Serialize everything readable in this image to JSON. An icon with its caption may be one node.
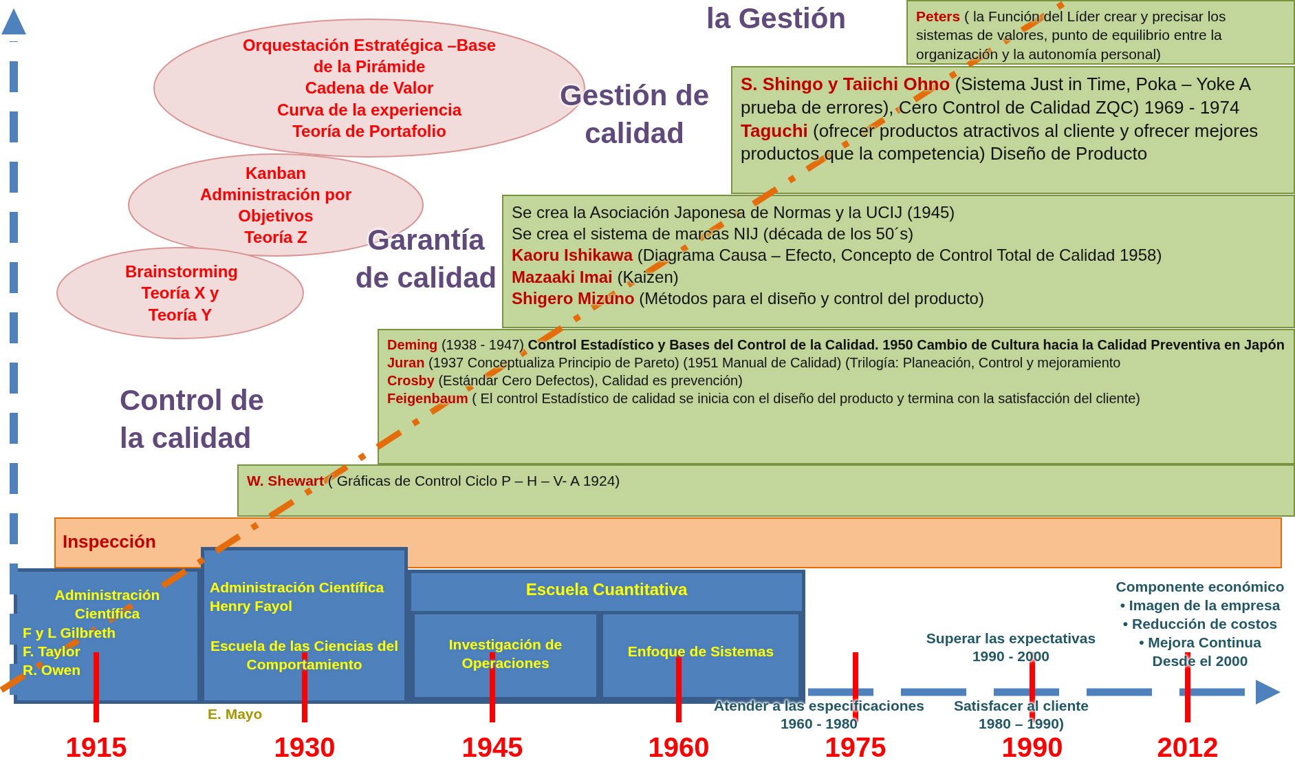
{
  "diagram": {
    "nodes": [
      {
        "text": [
          "**Peters** ( la Función del Líder crear y precisar los sistemas de valores, punto de equilibrio entre la organización y la autonomía personal)"
        ]
      },
      {
        "text": [
          "**S. Shingo y Taiichi Ohno** (Sistema Just in Time, Poka – Yoke A prueba de errores), Cero Control de Calidad ZQC) 1969 - 1974",
          "**Taguchi** (ofrecer productos atractivos al cliente y ofrecer mejores productos que la competencia) Diseño de Producto"
        ]
      },
      {
        "text": [
          "Orquestación Estratégica –Base de la Pirámide",
          "Cadena de Valor",
          "Curva de la experiencia",
          "Teoría de Portafolio"
        ]
      },
      {
        "text": [
          "Kanban",
          "Administración por Objetivos",
          "Teoría Z"
        ]
      },
      {
        "text": [
          "Brainstorming",
          "Teoría X y Teoría Y"
        ]
      },
      {
        "text": [
          "Se crea la Asociación Japonesa de Normas y la UCIJ (1945)",
          "Se crea el sistema de marcas NIJ (década de los 50´s)",
          "**Kaoru Ishikawa** (Diagrama Causa – Efecto, Concepto de Control Total de Calidad 1958)",
          "**Mazaaki Imai** (Kaizen)",
          "**Shigero Mizuno** (Métodos para el diseño y control del producto)"
        ]
      },
      {
        "text": [
          "**Deming** (1938 - 1947) **Control Estadístico y Bases del Control de la Calidad. 1950 Cambio de Cultura hacia la Calidad Preventiva en Japón**",
          "**Juran** (1937 Conceptualiza Principio de Pareto) (1951 Manual de Calidad) (Trilogía: Planeación, Control y mejoramiento",
          "**Crosby** (Estándar Cero Defectos), Calidad es prevención)",
          "**Feigenbaum** ( El control Estadístico de calidad se inicia con el diseño del producto y termina con la satisfacción del cliente)"
        ]
      },
      {
        "text": [
          "**W. Shewart** ( Gráficas de Control Ciclo P – H – V- A 1924)"
        ]
      },
      {
        "text": [
          "Inspección"
        ]
      },
      {
        "text": [
          "Administración Científica",
          "F y L Gilbreth",
          "F. Taylor",
          "R. Owen"
        ]
      },
      {
        "text": [
          "Administración Científica",
          "Henry Fayol",
          "Escuela de las Ciencias del Comportamiento"
        ],
        "beside": [
          "E. Mayo"
        ]
      },
      {
        "text": [
          "Escuela Cuantitativa"
        ]
      },
      {
        "text": [
          "Investigación de Operaciones"
        ],
        "in": 11
      },
      {
        "text": [
          "Enfoque de Sistemas"
        ],
        "in": 11
      }
    ],
    "edges": [],
    "labels": [
      "la Gestión",
      "Gestión de calidad",
      "Garantía de calidad",
      "Control de la calidad",
      "Componente económico",
      "• Imagen de la empresa",
      "Superar las expectativas 1990 - 2000",
      "• Reducción de costos",
      "• Mejora Continua",
      "Desde el 2000",
      "Atender a las especificaciones 1960 - 1980",
      "Satisfacer al cliente 1980 – 1990)",
      "1915",
      "1930",
      "1945",
      "1960",
      "1975",
      "1990",
      "2012"
    ]
  }
}
